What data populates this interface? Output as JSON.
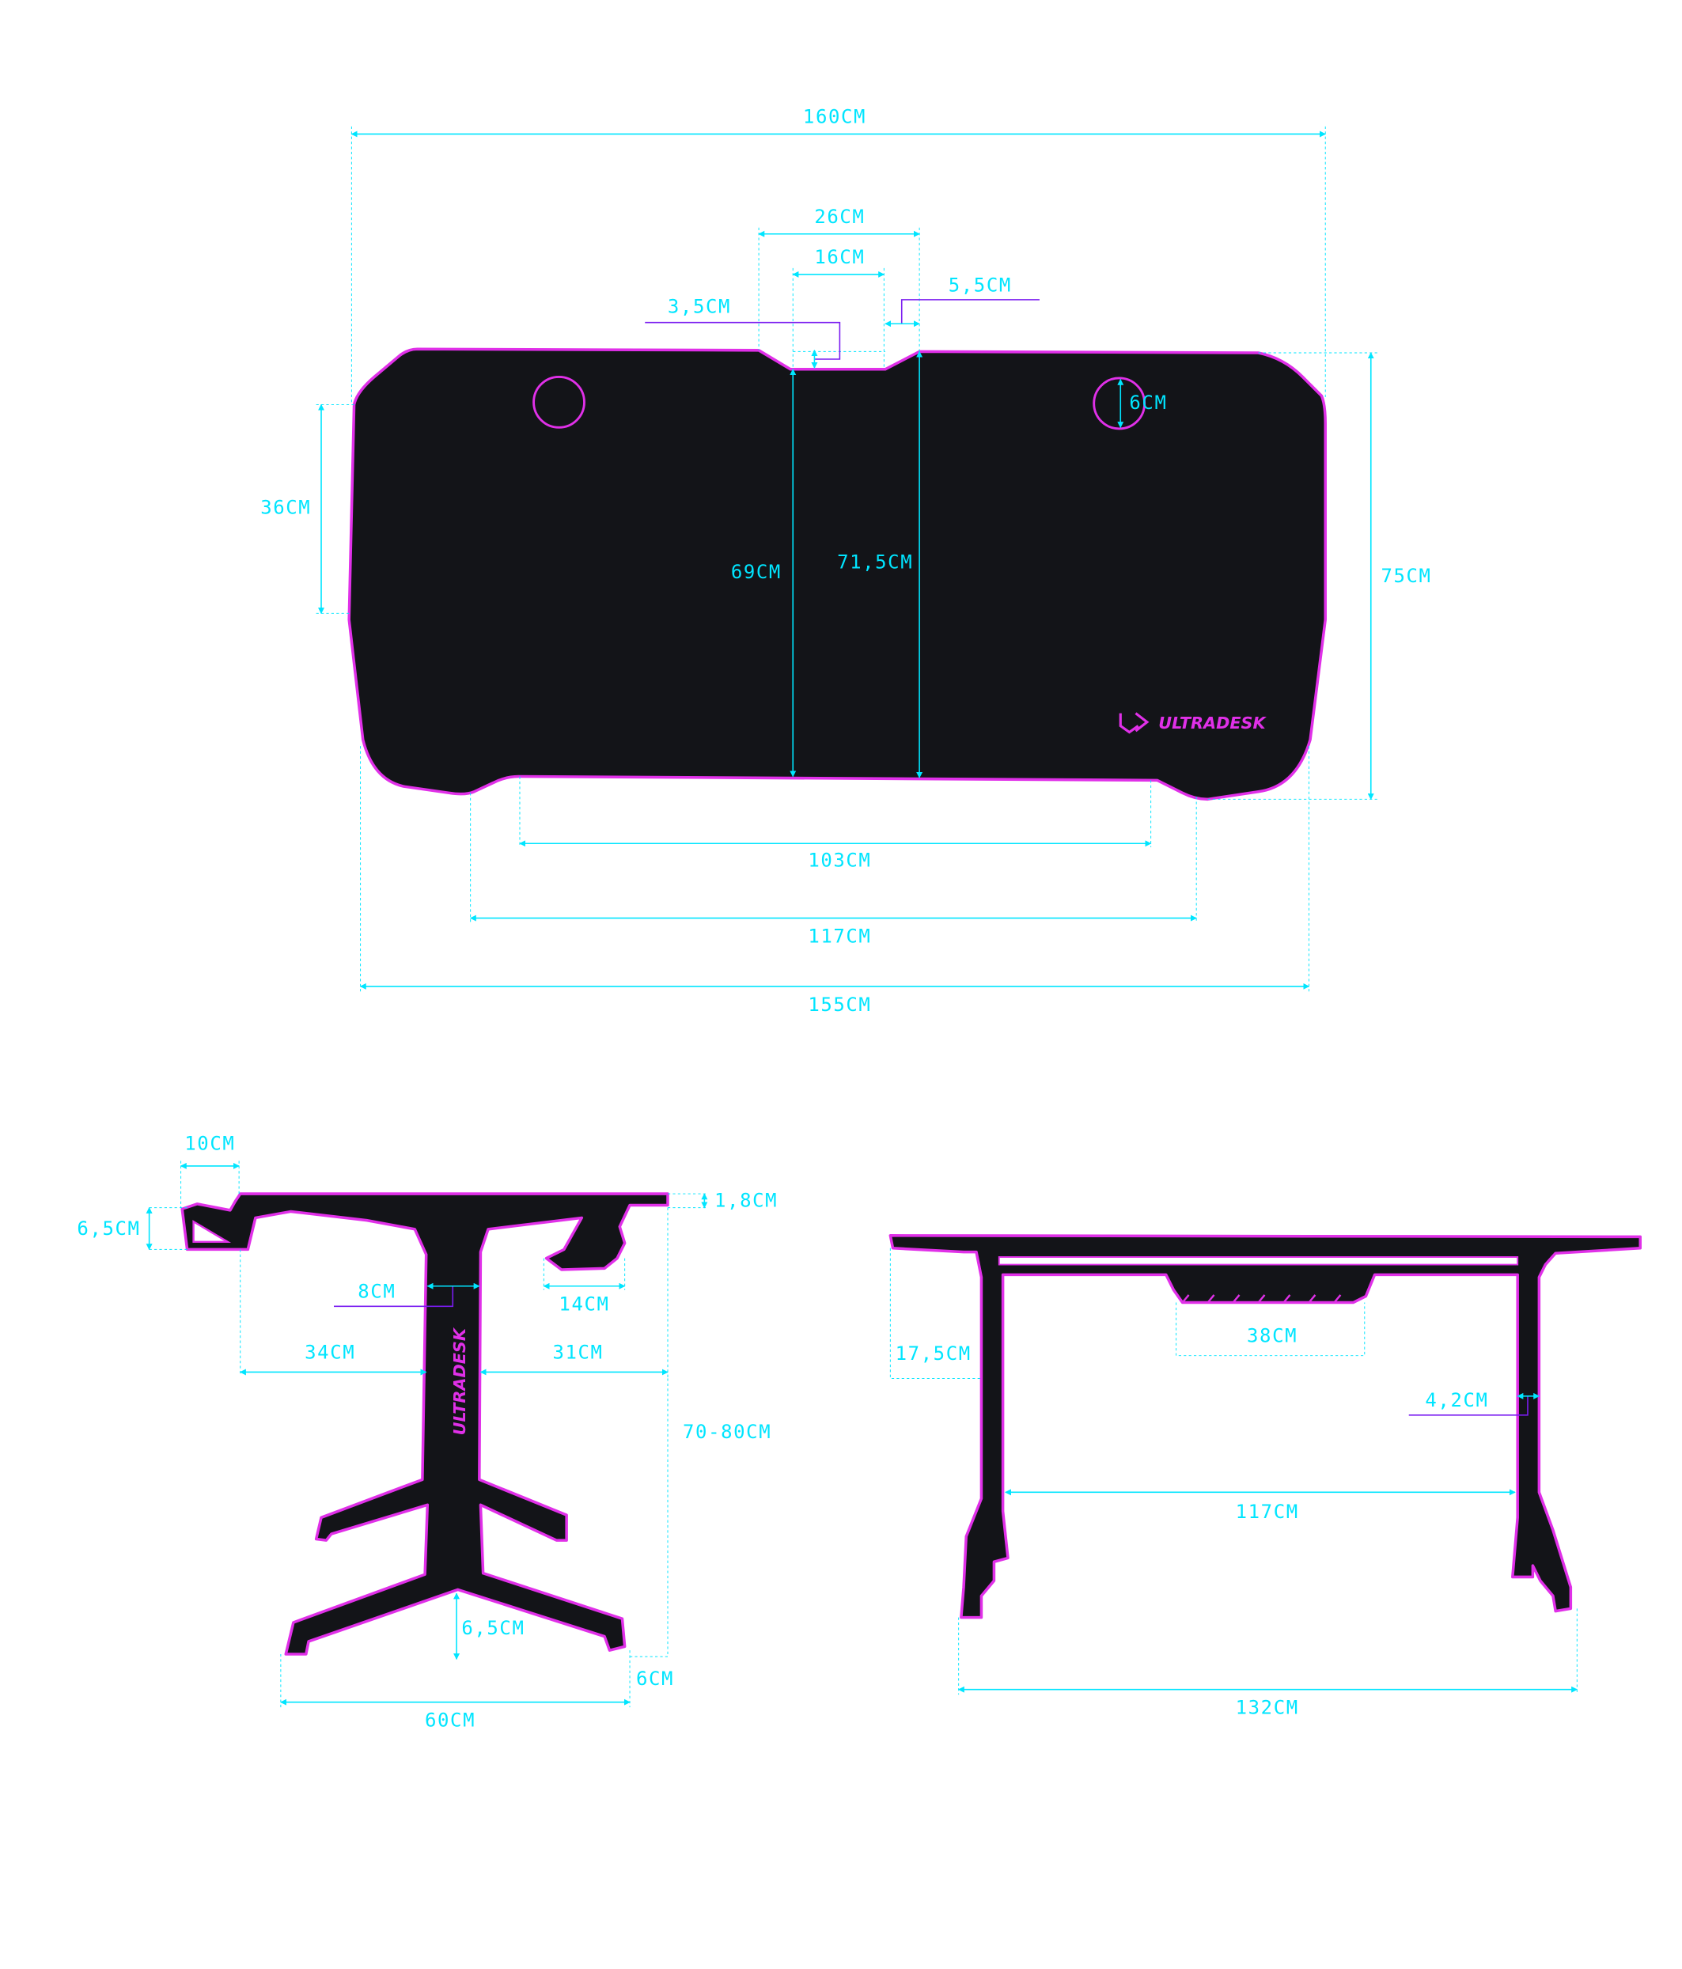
{
  "colors": {
    "dimension": "#00e5ff",
    "outline": "#e030e8",
    "desk": "#131418",
    "leader": "#7a1cf0"
  },
  "brand": {
    "logo_text": "ULTRADESK"
  },
  "top_view": {
    "overall_width": "160CM",
    "notch_outer": "26CM",
    "notch_inner": "16CM",
    "notch_depth": "3,5CM",
    "notch_side": "5,5CM",
    "depth_at_notch": "69CM",
    "depth_center": "71,5CM",
    "grommet_diameter": "6CM",
    "side_edge": "36CM",
    "overall_depth": "75CM",
    "front_flat": "103CM",
    "front_span": "117CM",
    "bottom_width": "155CM"
  },
  "side_view": {
    "hook_width": "10CM",
    "hook_height": "6,5CM",
    "top_thickness": "1,8CM",
    "column_width": "8CM",
    "cup_holder": "14CM",
    "left_overhang": "34CM",
    "right_overhang": "31CM",
    "height_range": "70-80CM",
    "foot_height": "6,5CM",
    "foot_offset": "6CM",
    "base_width": "60CM"
  },
  "front_view": {
    "frame_drop": "17,5CM",
    "drawer_width": "38CM",
    "leg_width": "4,2CM",
    "inner_leg_span": "117CM",
    "foot_span": "132CM"
  }
}
